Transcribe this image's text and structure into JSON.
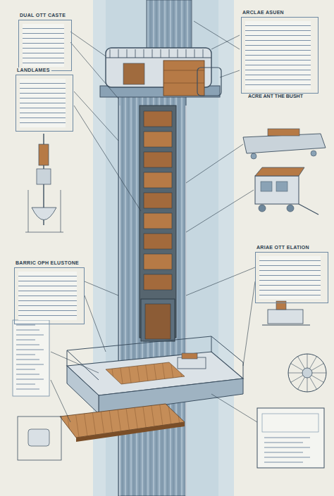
{
  "diagram": {
    "nodes": [
      {
        "text": [
          "DUAL OTT CASTE"
        ]
      },
      {
        "text": [
          "ARCLAE ASUEN"
        ]
      },
      {
        "text": [
          "LANDLAMES"
        ]
      },
      {
        "text": [
          "ARIAE OTT ELATION"
        ]
      },
      {
        "text": [
          "BARRIC OPH ELUSTONE"
        ]
      }
    ],
    "labels": [
      "ACRE ANT THE BUSHT"
    ]
  }
}
